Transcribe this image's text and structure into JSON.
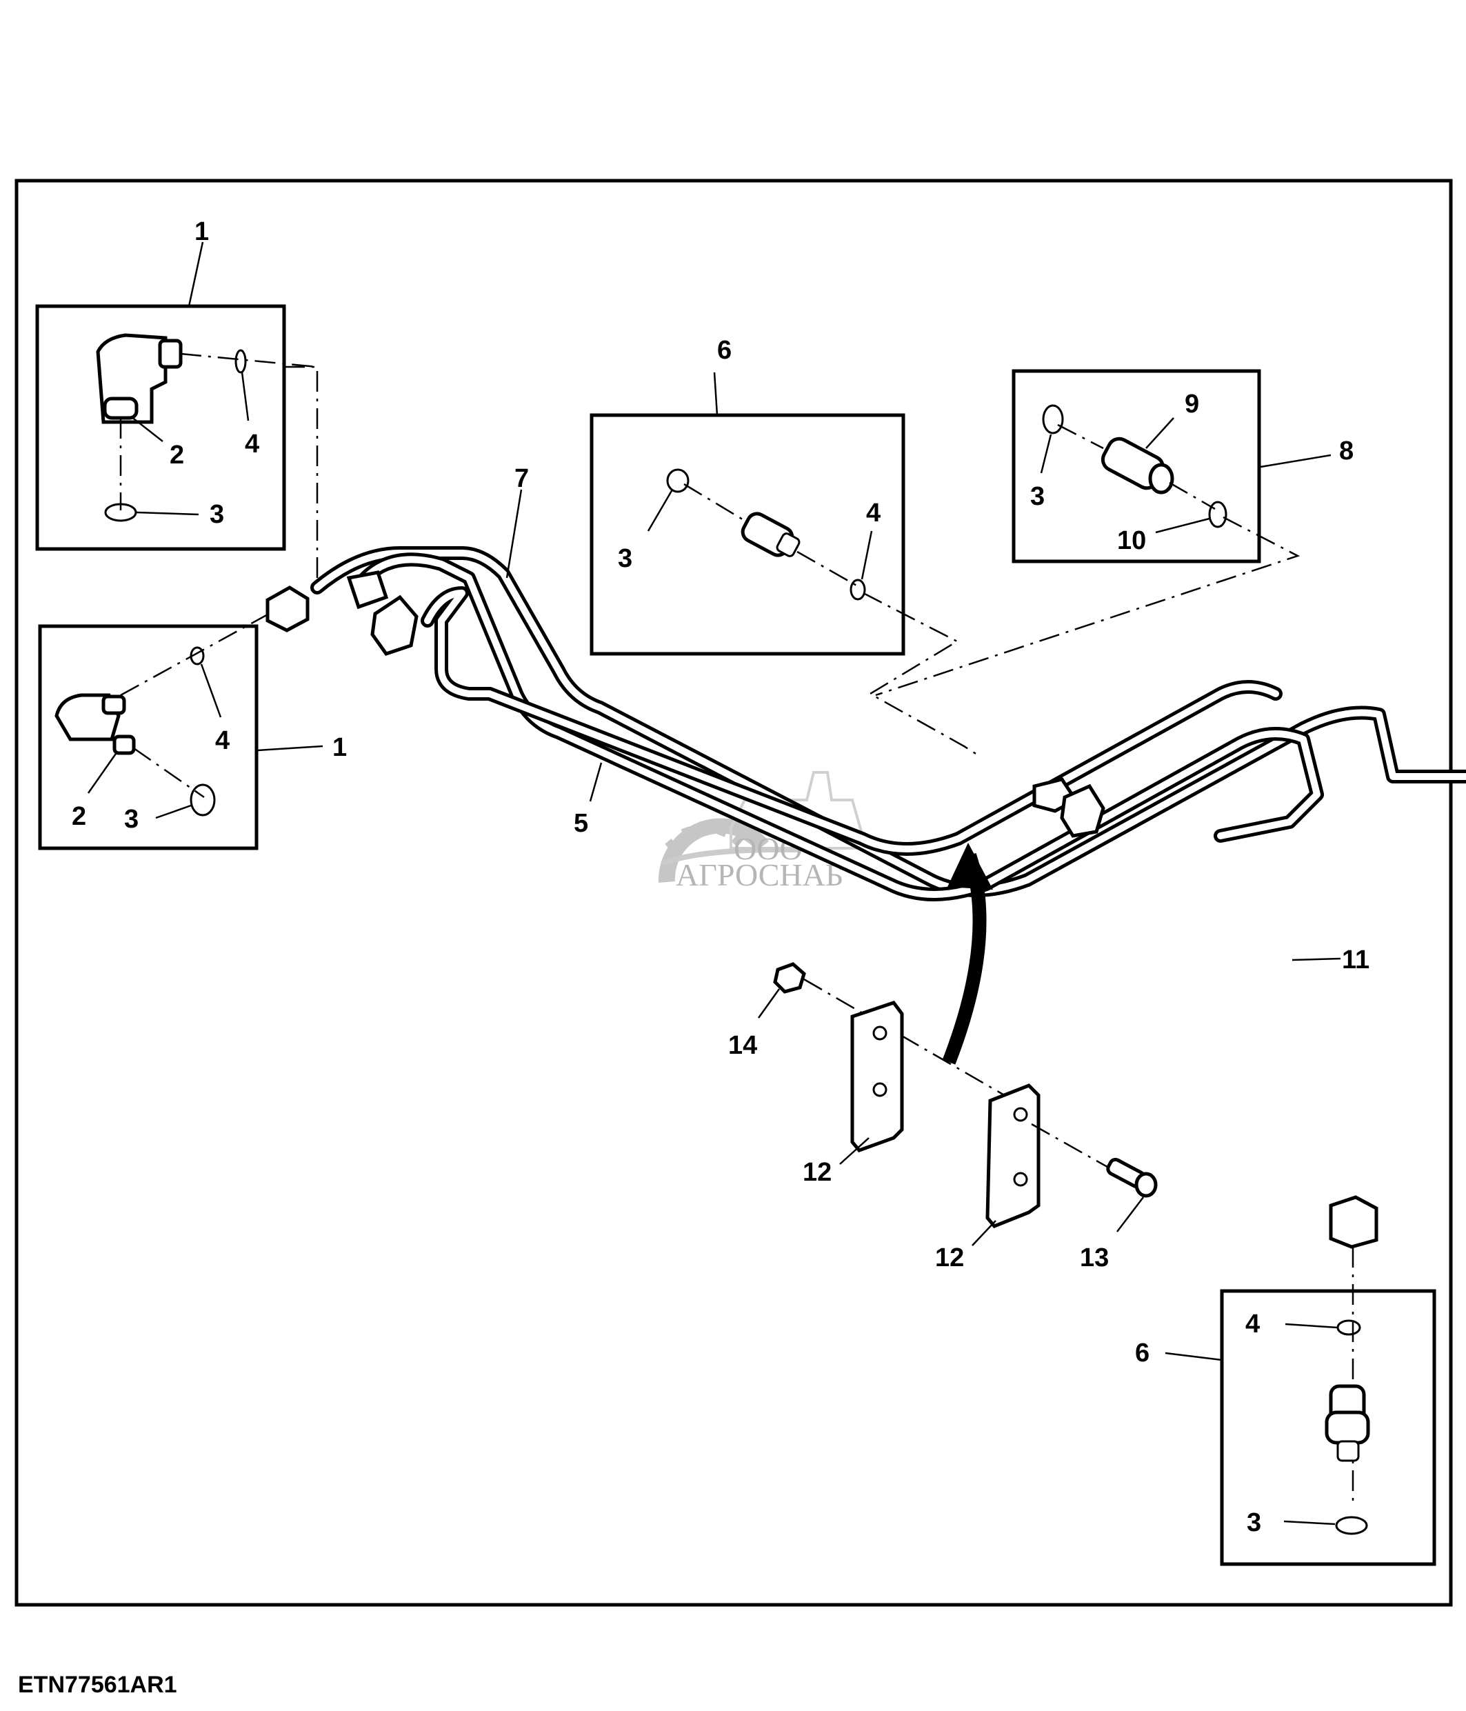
{
  "figure_id": "ETN77561AR1",
  "watermark": {
    "prefix": "ООО",
    "name": "АГРОСНАБ"
  },
  "callouts": {
    "c1_top": "1",
    "c2_top": "2",
    "c3_top": "3",
    "c4_top": "4",
    "c1_mid": "1",
    "c2_mid": "2",
    "c3_mid": "3",
    "c4_mid": "4",
    "c5": "5",
    "c6_top": "6",
    "c3_box6": "3",
    "c4_box6": "4",
    "c7": "7",
    "c8": "8",
    "c9": "9",
    "c3_box8": "3",
    "c10": "10",
    "c11": "11",
    "c12_a": "12",
    "c12_b": "12",
    "c13": "13",
    "c14": "14",
    "c6_bottom": "6",
    "c4_bottom": "4",
    "c3_bottom": "3"
  }
}
